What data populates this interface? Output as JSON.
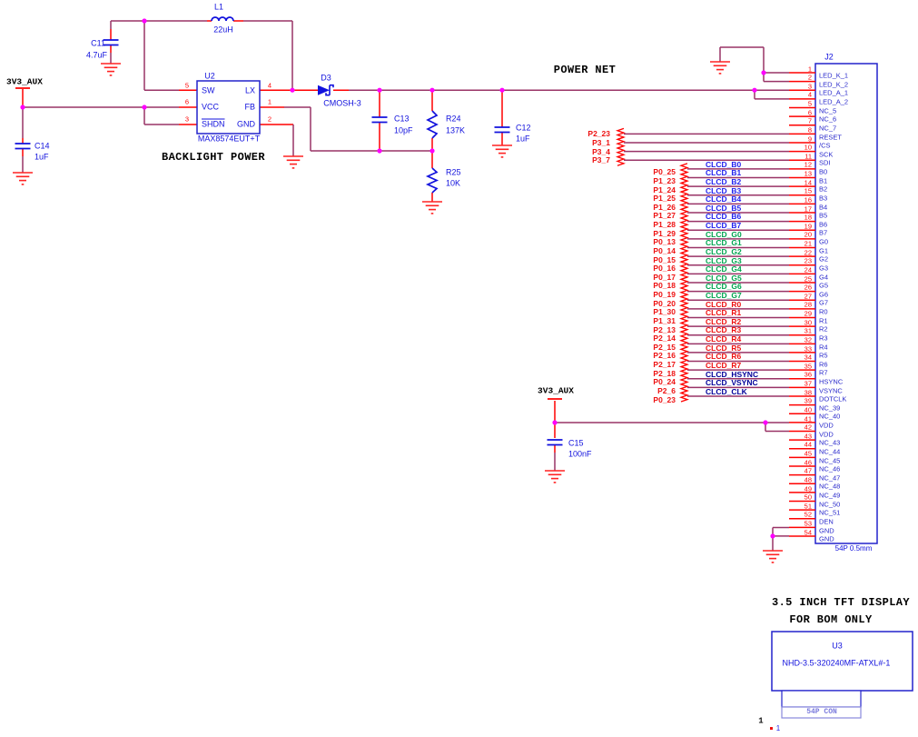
{
  "colors": {
    "wire": "#993366",
    "stub": "#ff0000",
    "junction": "#ff00ff",
    "symbol": "#1111dd",
    "ground": "#ff2222",
    "box": "#2222cc",
    "box_light": "#8888dd",
    "net_blue": "#2222ee",
    "net_green": "#00a550",
    "net_red": "#ee1111",
    "net_navy": "#000099"
  },
  "titles": {
    "backlight": "BACKLIGHT POWER",
    "power_net": "POWER NET",
    "tft1": "3.5 INCH TFT DISPLAY",
    "tft2": "FOR BOM ONLY"
  },
  "nets": {
    "v3aux_left": "3V3_AUX",
    "v3aux_mid": "3V3_AUX"
  },
  "components": {
    "l1": {
      "ref": "L1",
      "value": "22uH"
    },
    "c11": {
      "ref": "C11",
      "value": "4.7uF"
    },
    "c14": {
      "ref": "C14",
      "value": "1uF"
    },
    "c13": {
      "ref": "C13",
      "value": "10pF"
    },
    "c12": {
      "ref": "C12",
      "value": "1uF"
    },
    "c15": {
      "ref": "C15",
      "value": "100nF"
    },
    "r24": {
      "ref": "R24",
      "value": "137K"
    },
    "r25": {
      "ref": "R25",
      "value": "10K"
    },
    "d3": {
      "ref": "D3",
      "value": "CMOSH-3"
    },
    "u2": {
      "ref": "U2",
      "part": "MAX8574EUT+T",
      "pins_left": [
        {
          "num": "5",
          "name": "SW"
        },
        {
          "num": "6",
          "name": "VCC"
        },
        {
          "num": "3",
          "name": "SHDN"
        }
      ],
      "pins_right": [
        {
          "num": "4",
          "name": "LX"
        },
        {
          "num": "1",
          "name": "FB"
        },
        {
          "num": "2",
          "name": "GND"
        }
      ]
    },
    "u3": {
      "ref": "U3",
      "part": "NHD-3.5-320240MF-ATXL#-1",
      "connector_label": "54P CON"
    }
  },
  "j2": {
    "ref": "J2",
    "footprint": "54P 0.5mm",
    "pins": [
      {
        "num": "1",
        "name": "LED_K_1"
      },
      {
        "num": "2",
        "name": "LED_K_2"
      },
      {
        "num": "3",
        "name": "LED_A_1"
      },
      {
        "num": "4",
        "name": "LED_A_2"
      },
      {
        "num": "5",
        "name": "NC_5"
      },
      {
        "num": "6",
        "name": "NC_6"
      },
      {
        "num": "7",
        "name": "NC_7"
      },
      {
        "num": "8",
        "name": "RESET"
      },
      {
        "num": "9",
        "name": "/CS"
      },
      {
        "num": "10",
        "name": "SCK"
      },
      {
        "num": "11",
        "name": "SDI"
      },
      {
        "num": "12",
        "name": "B0"
      },
      {
        "num": "13",
        "name": "B1"
      },
      {
        "num": "14",
        "name": "B2"
      },
      {
        "num": "15",
        "name": "B3"
      },
      {
        "num": "16",
        "name": "B4"
      },
      {
        "num": "17",
        "name": "B5"
      },
      {
        "num": "18",
        "name": "B6"
      },
      {
        "num": "19",
        "name": "B7"
      },
      {
        "num": "20",
        "name": "G0"
      },
      {
        "num": "21",
        "name": "G1"
      },
      {
        "num": "22",
        "name": "G2"
      },
      {
        "num": "23",
        "name": "G3"
      },
      {
        "num": "24",
        "name": "G4"
      },
      {
        "num": "25",
        "name": "G5"
      },
      {
        "num": "26",
        "name": "G6"
      },
      {
        "num": "27",
        "name": "G7"
      },
      {
        "num": "28",
        "name": "R0"
      },
      {
        "num": "29",
        "name": "R1"
      },
      {
        "num": "30",
        "name": "R2"
      },
      {
        "num": "31",
        "name": "R3"
      },
      {
        "num": "32",
        "name": "R4"
      },
      {
        "num": "33",
        "name": "R5"
      },
      {
        "num": "34",
        "name": "R6"
      },
      {
        "num": "35",
        "name": "R7"
      },
      {
        "num": "36",
        "name": "HSYNC"
      },
      {
        "num": "37",
        "name": "VSYNC"
      },
      {
        "num": "38",
        "name": "DOTCLK"
      },
      {
        "num": "39",
        "name": "NC_39"
      },
      {
        "num": "40",
        "name": "NC_40"
      },
      {
        "num": "41",
        "name": "VDD"
      },
      {
        "num": "42",
        "name": "VDD"
      },
      {
        "num": "43",
        "name": "NC_43"
      },
      {
        "num": "44",
        "name": "NC_44"
      },
      {
        "num": "45",
        "name": "NC_45"
      },
      {
        "num": "46",
        "name": "NC_46"
      },
      {
        "num": "47",
        "name": "NC_47"
      },
      {
        "num": "48",
        "name": "NC_48"
      },
      {
        "num": "49",
        "name": "NC_49"
      },
      {
        "num": "50",
        "name": "NC_50"
      },
      {
        "num": "51",
        "name": "NC_51"
      },
      {
        "num": "52",
        "name": "DEN"
      },
      {
        "num": "53",
        "name": "GND"
      },
      {
        "num": "54",
        "name": "GND"
      }
    ]
  },
  "signals": {
    "spi": [
      {
        "pin": 8,
        "port": "P2_23"
      },
      {
        "pin": 9,
        "port": "P3_1"
      },
      {
        "pin": 10,
        "port": "P3_4"
      },
      {
        "pin": 11,
        "port": "P3_7"
      }
    ],
    "rgb": [
      {
        "pin": 12,
        "port": "P0_25",
        "net": "CLCD_B0",
        "color": "net_blue"
      },
      {
        "pin": 13,
        "port": "P1_23",
        "net": "CLCD_B1",
        "color": "net_blue"
      },
      {
        "pin": 14,
        "port": "P1_24",
        "net": "CLCD_B2",
        "color": "net_blue"
      },
      {
        "pin": 15,
        "port": "P1_25",
        "net": "CLCD_B3",
        "color": "net_blue"
      },
      {
        "pin": 16,
        "port": "P1_26",
        "net": "CLCD_B4",
        "color": "net_blue"
      },
      {
        "pin": 17,
        "port": "P1_27",
        "net": "CLCD_B5",
        "color": "net_blue"
      },
      {
        "pin": 18,
        "port": "P1_28",
        "net": "CLCD_B6",
        "color": "net_blue"
      },
      {
        "pin": 19,
        "port": "P1_29",
        "net": "CLCD_B7",
        "color": "net_blue"
      },
      {
        "pin": 20,
        "port": "P0_13",
        "net": "CLCD_G0",
        "color": "net_green"
      },
      {
        "pin": 21,
        "port": "P0_14",
        "net": "CLCD_G1",
        "color": "net_green"
      },
      {
        "pin": 22,
        "port": "P0_15",
        "net": "CLCD_G2",
        "color": "net_green"
      },
      {
        "pin": 23,
        "port": "P0_16",
        "net": "CLCD_G3",
        "color": "net_green"
      },
      {
        "pin": 24,
        "port": "P0_17",
        "net": "CLCD_G4",
        "color": "net_green"
      },
      {
        "pin": 25,
        "port": "P0_18",
        "net": "CLCD_G5",
        "color": "net_green"
      },
      {
        "pin": 26,
        "port": "P0_19",
        "net": "CLCD_G6",
        "color": "net_green"
      },
      {
        "pin": 27,
        "port": "P0_20",
        "net": "CLCD_G7",
        "color": "net_green"
      },
      {
        "pin": 28,
        "port": "P1_30",
        "net": "CLCD_R0",
        "color": "net_red"
      },
      {
        "pin": 29,
        "port": "P1_31",
        "net": "CLCD_R1",
        "color": "net_red"
      },
      {
        "pin": 30,
        "port": "P2_13",
        "net": "CLCD_R2",
        "color": "net_red"
      },
      {
        "pin": 31,
        "port": "P2_14",
        "net": "CLCD_R3",
        "color": "net_red"
      },
      {
        "pin": 32,
        "port": "P2_15",
        "net": "CLCD_R4",
        "color": "net_red"
      },
      {
        "pin": 33,
        "port": "P2_16",
        "net": "CLCD_R5",
        "color": "net_red"
      },
      {
        "pin": 34,
        "port": "P2_17",
        "net": "CLCD_R6",
        "color": "net_red"
      },
      {
        "pin": 35,
        "port": "P2_18",
        "net": "CLCD_R7",
        "color": "net_red"
      },
      {
        "pin": 36,
        "port": "P0_24",
        "net": "CLCD_HSYNC",
        "color": "net_navy"
      },
      {
        "pin": 37,
        "port": "P2_6",
        "net": "CLCD_VSYNC",
        "color": "net_navy"
      },
      {
        "pin": 38,
        "port": "P0_23",
        "net": "CLCD_CLK",
        "color": "net_navy"
      }
    ]
  },
  "page_marks": {
    "sheet": "1",
    "sub": "1"
  }
}
